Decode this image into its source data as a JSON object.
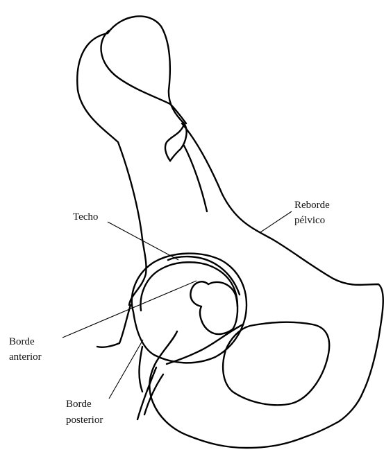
{
  "labels": {
    "techo": "Techo",
    "reborde_line1": "Reborde",
    "reborde_line2": "pélvico",
    "borde_anterior_line1": "Borde",
    "borde_anterior_line2": "anterior",
    "borde_posterior_line1": "Borde",
    "borde_posterior_line2": "posterior"
  },
  "colors": {
    "line": "#000000",
    "text": "#111111",
    "background": "#ffffff"
  }
}
